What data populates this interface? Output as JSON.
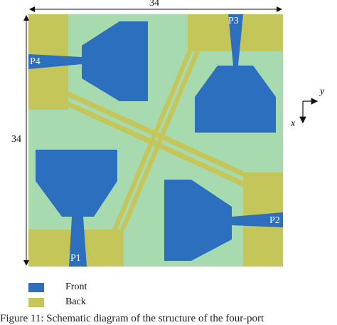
{
  "figure": {
    "dim_top": "34",
    "dim_left": "34",
    "axis_y": "y",
    "axis_x": "x",
    "ports": [
      "P1",
      "P2",
      "P3",
      "P4"
    ],
    "colors": {
      "front": "#2d6fbf",
      "back": "#c5c65a",
      "substrate": "#a8dab0"
    }
  },
  "legend": [
    {
      "label": "Front",
      "color": "#2d6fbf"
    },
    {
      "label": "Back",
      "color": "#c5c65a"
    }
  ],
  "caption": "Figure 11: Schematic diagram of the structure of the four-port"
}
